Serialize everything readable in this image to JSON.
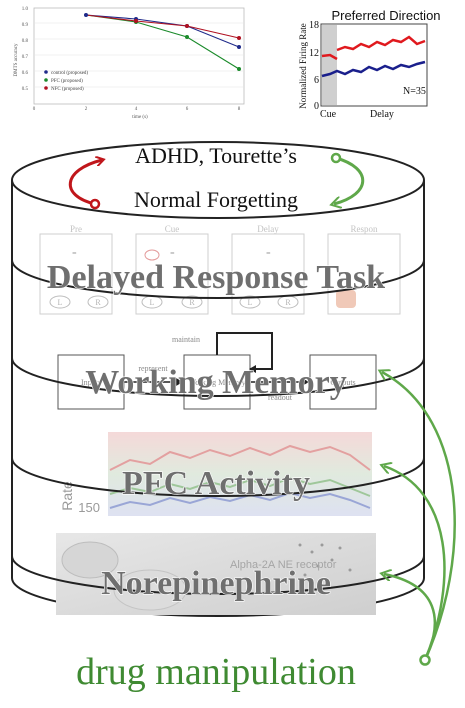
{
  "top_left_plot": {
    "ylabel": "DMTS accuracy",
    "xlabel": "time (s)",
    "yticks": [
      "1.0",
      "0.9",
      "0.8",
      "0.7",
      "0.6",
      "0.5"
    ],
    "xticks": [
      "0",
      "2",
      "4",
      "6",
      "8"
    ],
    "legend": [
      "control (proposed)",
      "PFC (proposed)",
      "NFC (proposed)"
    ],
    "series_colors": [
      "#1f2a8a",
      "#1a8a2a",
      "#b01020"
    ]
  },
  "top_right_plot": {
    "title": "Preferred Direction",
    "ylabel": "Normalized Firing Rate",
    "yticks": [
      "18",
      "12",
      "6",
      "0"
    ],
    "xticks": [
      "Cue",
      "Delay"
    ],
    "annotation": "N=35"
  },
  "top_disc": {
    "line1": "ADHD, Tourette’s",
    "line2": "Normal Forgetting"
  },
  "layers": [
    {
      "label": "Delayed Response Task",
      "panel_headers": [
        "Pre",
        "Cue",
        "Delay",
        "Respon"
      ],
      "buttons": [
        "L",
        "R",
        "L",
        "R",
        "L",
        "R"
      ]
    },
    {
      "label": "Working Memory",
      "nodes": [
        "Inputs",
        "Working Memory",
        "Outputs"
      ],
      "edges": [
        "maintain",
        "represent",
        "readout"
      ]
    },
    {
      "label": "PFC Activity",
      "axis_label": "Rate",
      "axis_tick": "150"
    },
    {
      "label": "Norepinephrine",
      "background_text": "Alpha-2A NE receptor"
    }
  ],
  "footer": "drug manipulation",
  "colors": {
    "red_arrow": "#c0161b",
    "green_arrow": "#5fa84a",
    "footer_text": "#3f8a32",
    "label_text": "#6f6f6f"
  }
}
